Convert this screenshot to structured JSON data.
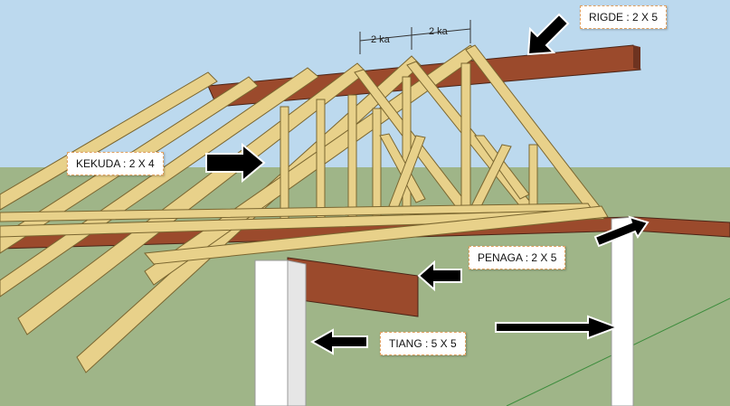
{
  "labels": {
    "ridge": "RIGDE : 2 X 5",
    "kekuda": "KEKUDA : 2 X 4",
    "penaga": "PENAGA : 2 X 5",
    "tiang": "TIANG : 5 X 5"
  },
  "dimensions": {
    "spacing_1": "2 ka",
    "spacing_2": "2 ka"
  },
  "colors": {
    "sky": "#bcd9ee",
    "ground": "#9fb588",
    "timber": "#e8d18a",
    "timber_edge": "#7a6630",
    "beam": "#9b4a2c",
    "post": "#ffffff",
    "callout_border": "#e0a060"
  }
}
